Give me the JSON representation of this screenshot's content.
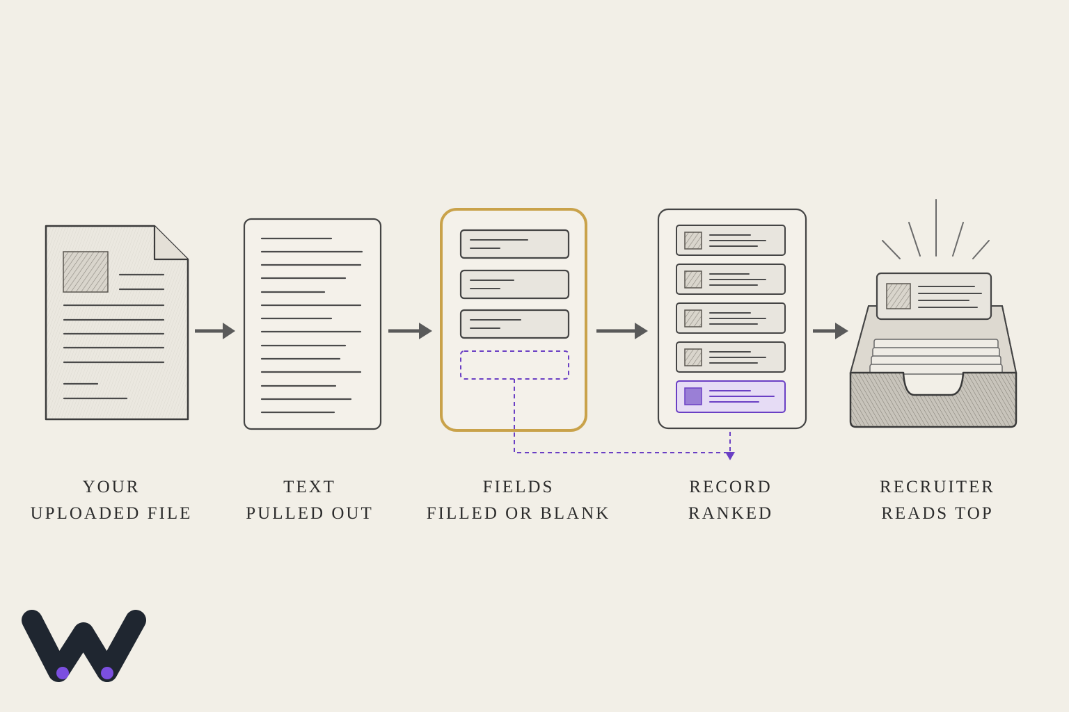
{
  "steps": [
    {
      "line1": "YOUR",
      "line2": "UPLOADED FILE"
    },
    {
      "line1": "TEXT",
      "line2": "PULLED OUT"
    },
    {
      "line1": "FIELDS",
      "line2": "FILLED OR BLANK"
    },
    {
      "line1": "RECORD",
      "line2": "RANKED"
    },
    {
      "line1": "RECRUITER",
      "line2": "READS TOP"
    }
  ],
  "colors": {
    "background": "#f2efe7",
    "ink": "#3a3a3a",
    "highlight_gold": "#c9a24a",
    "accent_purple": "#6a3fc4",
    "logo_dark": "#1f2630"
  },
  "icons": {
    "step1": "document-icon",
    "step2": "text-page-icon",
    "step3": "form-fields-icon",
    "step4": "ranked-list-icon",
    "step5": "inbox-tray-icon",
    "connector": "arrow-right-icon",
    "brand": "w-logo-icon"
  }
}
